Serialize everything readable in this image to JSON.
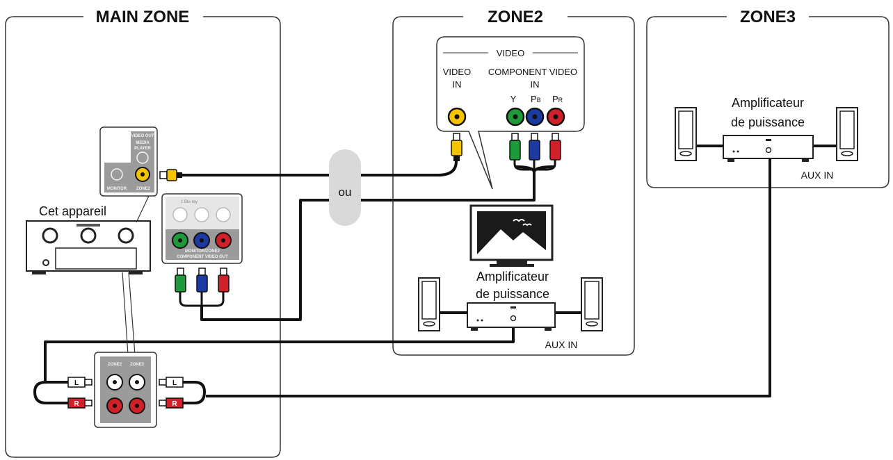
{
  "zones": {
    "main": "MAIN ZONE",
    "zone2": "ZONE2",
    "zone3": "ZONE3"
  },
  "labels": {
    "this_unit": "Cet appareil",
    "or": "ou",
    "power_amp_line1": "Amplificateur",
    "power_amp_line2": "de puissance",
    "aux_in": "AUX IN"
  },
  "zone2_tv_panel": {
    "video_header": "VIDEO",
    "video_in_line1": "VIDEO",
    "video_in_line2": "IN",
    "component_line1": "COMPONENT VIDEO",
    "component_line2": "IN",
    "y": "Y",
    "pb_main": "P",
    "pb_sub": "B",
    "pr_main": "P",
    "pr_sub": "R"
  },
  "receiver_panels": {
    "video_out": "VIDEO OUT",
    "media": "MEDIA",
    "player": "PLAYER",
    "monitor": "MONITOR",
    "zone2_tag": "ZONE2",
    "bluray": "1 Blu-ray",
    "monitor_zone2": "MONITOR/ZONE2",
    "component_video_out": "COMPONENT VIDEO OUT",
    "zone2_out": "ZONE2",
    "zone3_out": "ZONE3"
  },
  "plugs": {
    "left": "L",
    "right": "R"
  },
  "colors": {
    "yellow": "#f4c400",
    "green": "#1e9a3a",
    "blue": "#1c3aa0",
    "red": "#d0202a",
    "cable": "#111111",
    "or_badge": "#d9d9d9"
  }
}
